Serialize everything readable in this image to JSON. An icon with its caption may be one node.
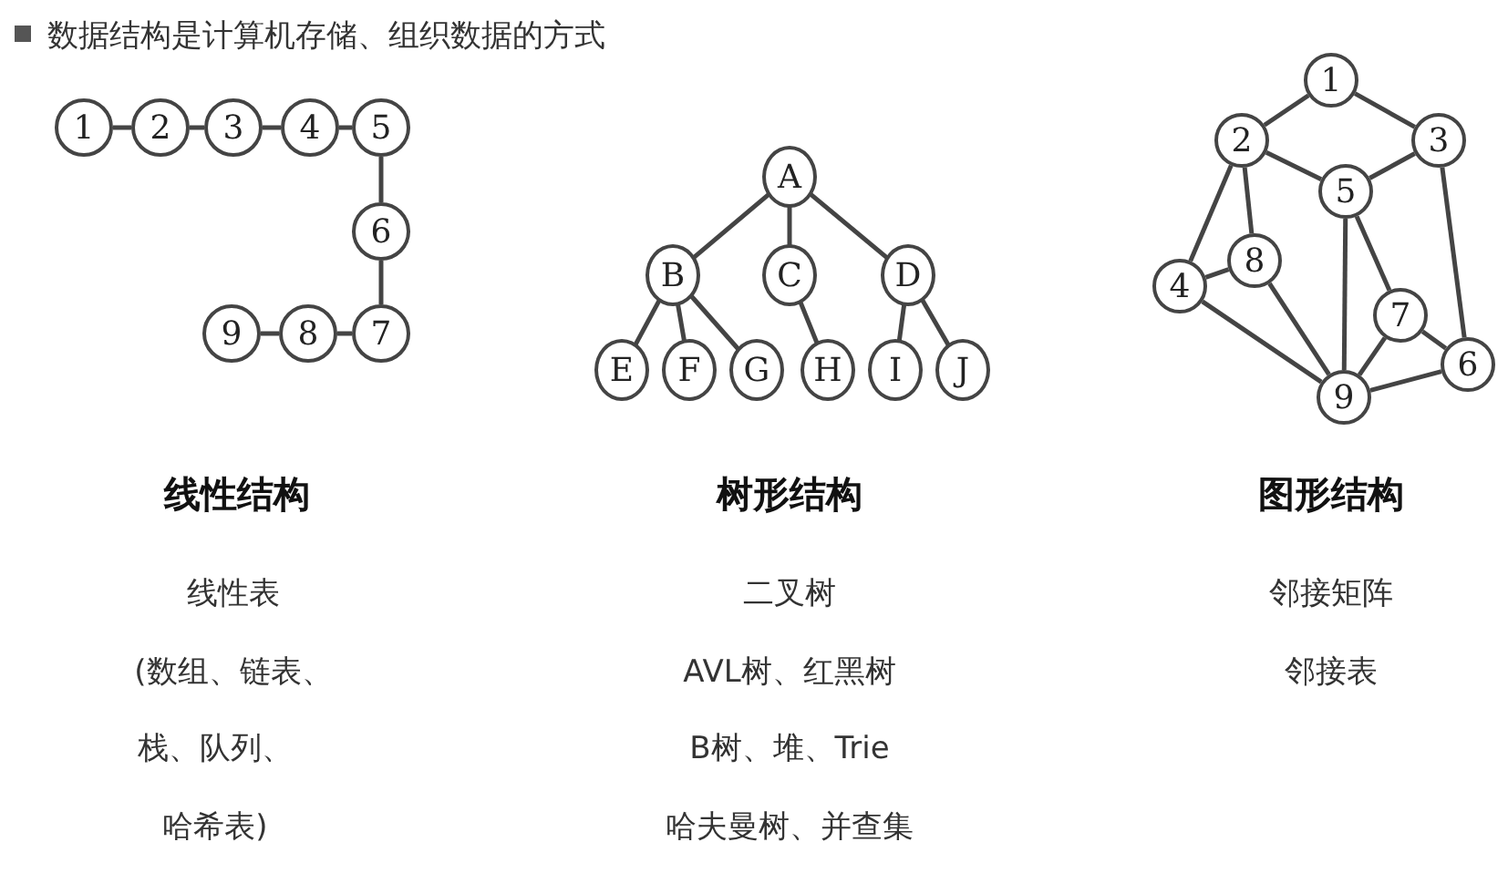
{
  "diagram": {
    "title": "数据结构是计算机存储、组织数据的方式",
    "nodes": [
      {
        "text": [
          "1"
        ]
      },
      {
        "text": [
          "2"
        ]
      },
      {
        "text": [
          "3"
        ]
      },
      {
        "text": [
          "4"
        ]
      },
      {
        "text": [
          "5"
        ]
      },
      {
        "text": [
          "6"
        ]
      },
      {
        "text": [
          "7"
        ]
      },
      {
        "text": [
          "8"
        ]
      },
      {
        "text": [
          "9"
        ]
      },
      {
        "text": [
          "A"
        ]
      },
      {
        "text": [
          "B"
        ]
      },
      {
        "text": [
          "C"
        ]
      },
      {
        "text": [
          "D"
        ]
      },
      {
        "text": [
          "E"
        ]
      },
      {
        "text": [
          "F"
        ]
      },
      {
        "text": [
          "G"
        ]
      },
      {
        "text": [
          "H"
        ]
      },
      {
        "text": [
          "I"
        ]
      },
      {
        "text": [
          "J"
        ]
      },
      {
        "text": [
          "1"
        ]
      },
      {
        "text": [
          "2"
        ]
      },
      {
        "text": [
          "3"
        ]
      },
      {
        "text": [
          "4"
        ]
      },
      {
        "text": [
          "5"
        ]
      },
      {
        "text": [
          "6"
        ]
      },
      {
        "text": [
          "7"
        ]
      },
      {
        "text": [
          "8"
        ]
      },
      {
        "text": [
          "9"
        ]
      }
    ],
    "edges": [
      {
        "from": 0,
        "to": 1,
        "arrow": "none"
      },
      {
        "from": 1,
        "to": 2,
        "arrow": "none"
      },
      {
        "from": 2,
        "to": 3,
        "arrow": "none"
      },
      {
        "from": 3,
        "to": 4,
        "arrow": "none"
      },
      {
        "from": 4,
        "to": 5,
        "arrow": "none"
      },
      {
        "from": 5,
        "to": 6,
        "arrow": "none"
      },
      {
        "from": 6,
        "to": 7,
        "arrow": "none"
      },
      {
        "from": 7,
        "to": 8,
        "arrow": "none"
      },
      {
        "from": 9,
        "to": 10,
        "arrow": "none"
      },
      {
        "from": 9,
        "to": 11,
        "arrow": "none"
      },
      {
        "from": 9,
        "to": 12,
        "arrow": "none"
      },
      {
        "from": 10,
        "to": 13,
        "arrow": "none"
      },
      {
        "from": 10,
        "to": 14,
        "arrow": "none"
      },
      {
        "from": 10,
        "to": 15,
        "arrow": "none"
      },
      {
        "from": 11,
        "to": 16,
        "arrow": "none"
      },
      {
        "from": 12,
        "to": 17,
        "arrow": "none"
      },
      {
        "from": 12,
        "to": 18,
        "arrow": "none"
      },
      {
        "from": 19,
        "to": 20,
        "arrow": "none"
      },
      {
        "from": 19,
        "to": 21,
        "arrow": "none"
      },
      {
        "from": 20,
        "to": 23,
        "arrow": "none"
      },
      {
        "from": 21,
        "to": 23,
        "arrow": "none"
      },
      {
        "from": 20,
        "to": 22,
        "arrow": "none"
      },
      {
        "from": 20,
        "to": 26,
        "arrow": "none"
      },
      {
        "from": 22,
        "to": 26,
        "arrow": "none"
      },
      {
        "from": 22,
        "to": 27,
        "arrow": "none"
      },
      {
        "from": 26,
        "to": 27,
        "arrow": "none"
      },
      {
        "from": 23,
        "to": 27,
        "arrow": "none"
      },
      {
        "from": 23,
        "to": 25,
        "arrow": "none"
      },
      {
        "from": 25,
        "to": 27,
        "arrow": "none"
      },
      {
        "from": 25,
        "to": 24,
        "arrow": "none"
      },
      {
        "from": 21,
        "to": 24,
        "arrow": "none"
      },
      {
        "from": 27,
        "to": 24,
        "arrow": "none"
      }
    ],
    "labels": [
      "线性结构",
      "树形结构",
      "图形结构",
      "线性表",
      "(数组、链表、",
      "栈、队列、",
      "哈希表)",
      "二叉树",
      "AVL树、红黑树",
      "B树、堆、Trie",
      "哈夫曼树、并查集",
      "邻接矩阵",
      "邻接表"
    ]
  }
}
